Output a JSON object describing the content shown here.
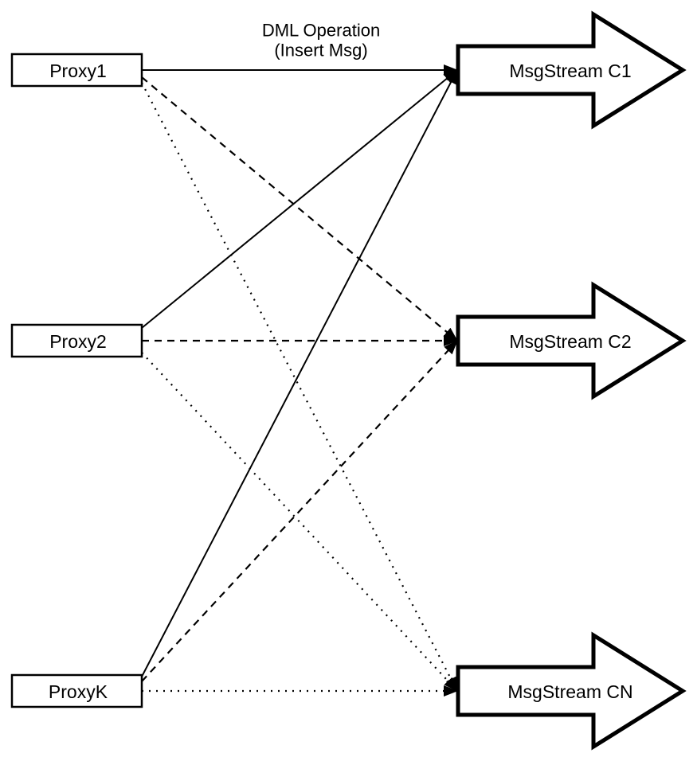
{
  "page": {
    "background_color": "#ffffff",
    "stroke_color": "#000000"
  },
  "diagram": {
    "type": "fan-out-flow-diagram",
    "edge_label": {
      "line1": "DML Operation",
      "line2": "(Insert Msg)"
    },
    "proxies": [
      {
        "id": "proxy1",
        "label": "Proxy1"
      },
      {
        "id": "proxy2",
        "label": "Proxy2"
      },
      {
        "id": "proxyk",
        "label": "ProxyK"
      }
    ],
    "streams": [
      {
        "id": "c1",
        "label": "MsgStream C1",
        "incoming_line_style": "solid"
      },
      {
        "id": "c2",
        "label": "MsgStream C2",
        "incoming_line_style": "dashed"
      },
      {
        "id": "cn",
        "label": "MsgStream CN",
        "incoming_line_style": "dotted"
      }
    ],
    "edges": [
      {
        "from": "proxy1",
        "to": "c1",
        "style": "solid"
      },
      {
        "from": "proxy2",
        "to": "c1",
        "style": "solid"
      },
      {
        "from": "proxyk",
        "to": "c1",
        "style": "solid"
      },
      {
        "from": "proxy1",
        "to": "c2",
        "style": "dashed"
      },
      {
        "from": "proxy2",
        "to": "c2",
        "style": "dashed"
      },
      {
        "from": "proxyk",
        "to": "c2",
        "style": "dashed"
      },
      {
        "from": "proxy1",
        "to": "cn",
        "style": "dotted"
      },
      {
        "from": "proxy2",
        "to": "cn",
        "style": "dotted"
      },
      {
        "from": "proxyk",
        "to": "cn",
        "style": "dotted"
      }
    ]
  }
}
